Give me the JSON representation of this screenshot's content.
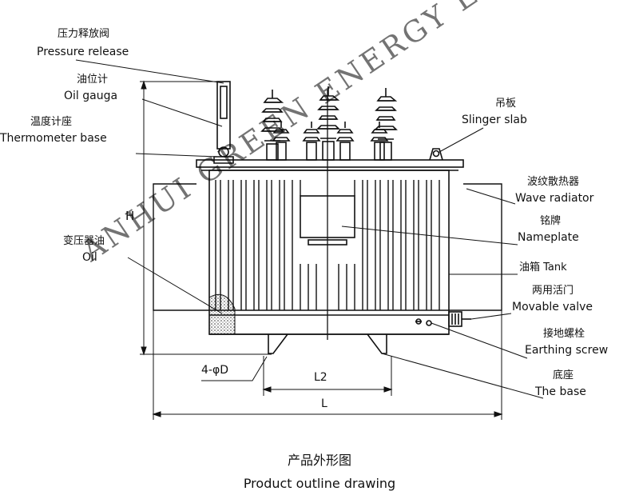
{
  "labels": {
    "pressure_release_cn": "压力释放阀",
    "pressure_release_en": "Pressure release",
    "oil_gauge_cn": "油位计",
    "oil_gauge_en": "Oil gauga",
    "thermometer_base_cn": "温度计座",
    "thermometer_base_en": "Thermometer base",
    "slinger_slab_cn": "吊板",
    "slinger_slab_en": "Slinger slab",
    "wave_radiator_cn": "波纹散热器",
    "wave_radiator_en": "Wave radiator",
    "nameplate_cn": "铭牌",
    "nameplate_en": "Nameplate",
    "tank": "油箱 Tank",
    "movable_valve_cn": "两用活门",
    "movable_valve_en": "Movable valve",
    "earthing_screw_cn": "接地螺栓",
    "earthing_screw_en": "Earthing screw",
    "base_cn": "底座",
    "base_en": "The base",
    "oil_cn": "变压器油",
    "oil_en": "Oil"
  },
  "dimensions": {
    "height": "H",
    "hole": "4-φD",
    "l2": "L2",
    "l": "L"
  },
  "caption": {
    "cn": "产品外形图",
    "en": "Product outline drawing"
  },
  "watermark": "ANHUI GREEN ENERGY ELECTRIC"
}
